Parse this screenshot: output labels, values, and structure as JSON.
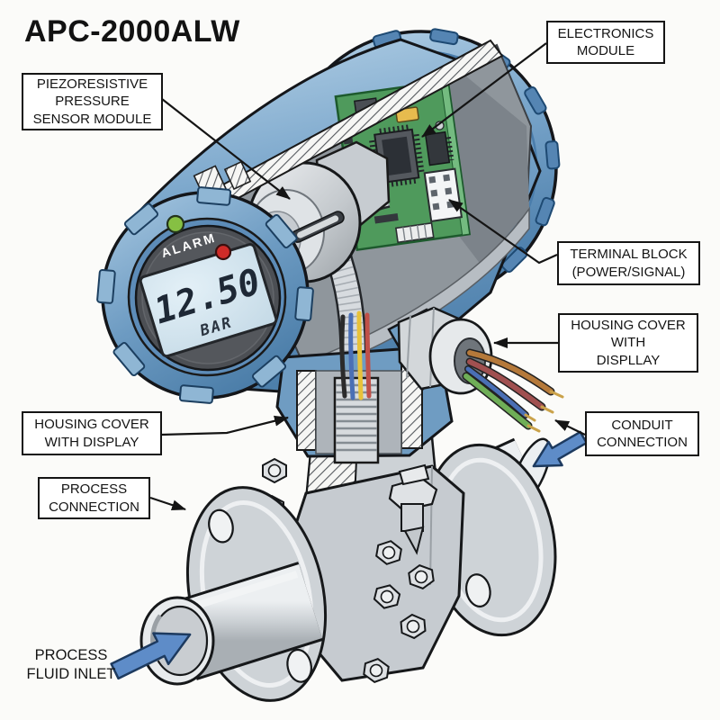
{
  "title": "APC-2000ALW",
  "device": {
    "display": {
      "value": "12.50",
      "unit": "BAR",
      "alarm_label": "ALARM"
    },
    "leds": [
      {
        "name": "status-led-green",
        "color": "#86c043"
      },
      {
        "name": "alarm-led-red",
        "color": "#cf2b28"
      }
    ]
  },
  "labels": {
    "piezo": {
      "lines": [
        "PIEZORESISTIVE",
        "PRESSURE",
        "SENSOR MODULE"
      ]
    },
    "electronics": {
      "lines": [
        "ELECTRONICS",
        "MODULE"
      ]
    },
    "terminal": {
      "lines": [
        "TERMINAL BLOCK",
        "(POWER/SIGNAL)"
      ]
    },
    "housing_right": {
      "lines": [
        "HOUSING COVER",
        "WITH",
        "DISPLLAY"
      ]
    },
    "conduit": {
      "lines": [
        "CONDUIT",
        "CONNECTION"
      ]
    },
    "housing_left": {
      "lines": [
        "HOUSING COVER",
        "WITH DISPLAY"
      ]
    },
    "process_connection": {
      "lines": [
        "PROCESS",
        "CONNECTION"
      ]
    },
    "fluid_inlet": {
      "lines": [
        "PROCESS",
        "FLUID INLET"
      ]
    }
  },
  "colors": {
    "housing_blue": "#6b9ac3",
    "housing_blue_light": "#b6d2e7",
    "housing_blue_dark": "#3c6e99",
    "pcb_green": "#4f9a5c",
    "lcd_background": "#cfe3ee",
    "metal_gray": "#d4d8db",
    "flow_arrow_blue": "#5e8cc8",
    "wire_brown": "#b5793a",
    "wire_red": "#a05050",
    "wire_green": "#6fae57",
    "wire_yellow": "#e8c23a",
    "wire_blue": "#4a6fb5",
    "outline_black": "#141414"
  }
}
